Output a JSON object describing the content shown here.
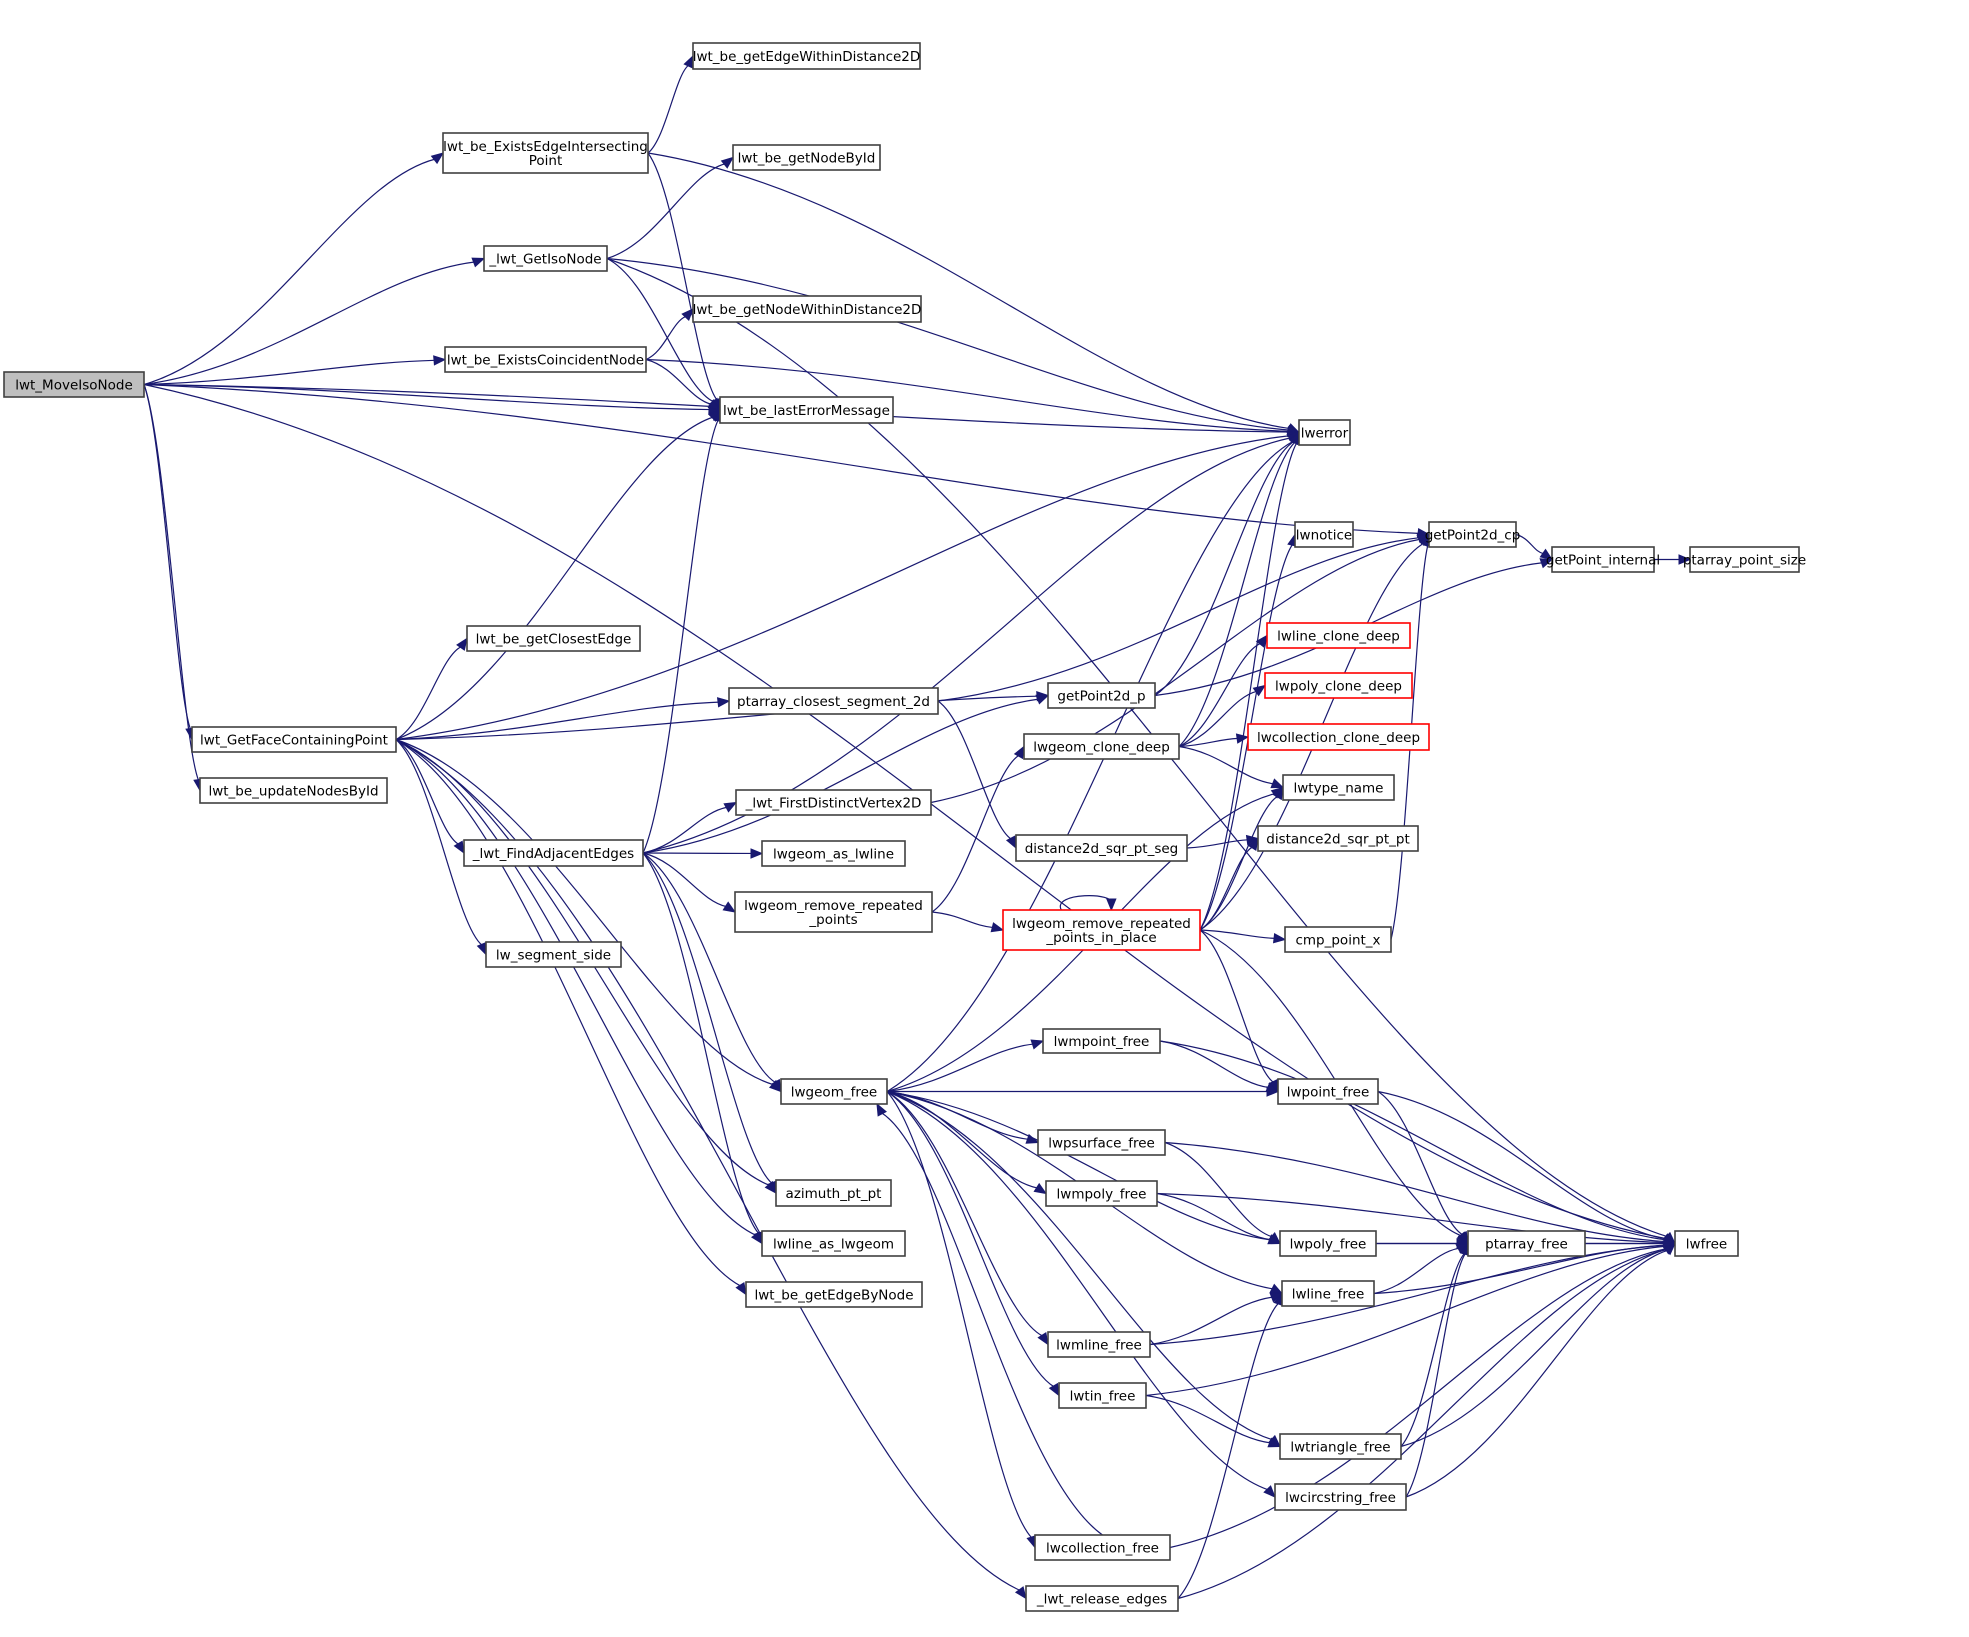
{
  "title": "lwt_MoveIsoNode call graph",
  "colors": {
    "edge": "#191970",
    "root_fill": "#bfbfbf",
    "node_border": "#404040",
    "truncated_border": "#ff0000"
  },
  "nodes": [
    {
      "id": "lwt_MoveIsoNode",
      "lines": [
        "lwt_MoveIsoNode"
      ],
      "root": true
    },
    {
      "id": "lwt_be_getEdgeWithinDistance2D",
      "lines": [
        "lwt_be_getEdgeWithinDistance2D"
      ]
    },
    {
      "id": "lwt_be_ExistsEdgeIntersectingPoint",
      "lines": [
        "lwt_be_ExistsEdgeIntersecting",
        "Point"
      ]
    },
    {
      "id": "lwt_be_getNodeById",
      "lines": [
        "lwt_be_getNodeById"
      ]
    },
    {
      "id": "_lwt_GetIsoNode",
      "lines": [
        "_lwt_GetIsoNode"
      ]
    },
    {
      "id": "lwt_be_getNodeWithinDistance2D",
      "lines": [
        "lwt_be_getNodeWithinDistance2D"
      ]
    },
    {
      "id": "lwt_be_ExistsCoincidentNode",
      "lines": [
        "lwt_be_ExistsCoincidentNode"
      ]
    },
    {
      "id": "lwt_be_lastErrorMessage",
      "lines": [
        "lwt_be_lastErrorMessage"
      ]
    },
    {
      "id": "lwerror",
      "lines": [
        "lwerror"
      ]
    },
    {
      "id": "lwnotice",
      "lines": [
        "lwnotice"
      ]
    },
    {
      "id": "getPoint2d_cp",
      "lines": [
        "getPoint2d_cp"
      ]
    },
    {
      "id": "getPoint_internal",
      "lines": [
        "getPoint_internal"
      ]
    },
    {
      "id": "ptarray_point_size",
      "lines": [
        "ptarray_point_size"
      ]
    },
    {
      "id": "lwt_be_getClosestEdge",
      "lines": [
        "lwt_be_getClosestEdge"
      ]
    },
    {
      "id": "lwt_GetFaceContainingPoint",
      "lines": [
        "lwt_GetFaceContainingPoint"
      ]
    },
    {
      "id": "lwt_be_updateNodesById",
      "lines": [
        "lwt_be_updateNodesById"
      ]
    },
    {
      "id": "ptarray_closest_segment_2d",
      "lines": [
        "ptarray_closest_segment_2d"
      ]
    },
    {
      "id": "getPoint2d_p",
      "lines": [
        "getPoint2d_p"
      ]
    },
    {
      "id": "lwline_clone_deep",
      "lines": [
        "lwline_clone_deep"
      ],
      "truncated": true
    },
    {
      "id": "lwpoly_clone_deep",
      "lines": [
        "lwpoly_clone_deep"
      ],
      "truncated": true
    },
    {
      "id": "lwcollection_clone_deep",
      "lines": [
        "lwcollection_clone_deep"
      ],
      "truncated": true
    },
    {
      "id": "lwgeom_clone_deep",
      "lines": [
        "lwgeom_clone_deep"
      ]
    },
    {
      "id": "_lwt_FirstDistinctVertex2D",
      "lines": [
        "_lwt_FirstDistinctVertex2D"
      ]
    },
    {
      "id": "lwtype_name",
      "lines": [
        "lwtype_name"
      ]
    },
    {
      "id": "_lwt_FindAdjacentEdges",
      "lines": [
        "_lwt_FindAdjacentEdges"
      ]
    },
    {
      "id": "lwgeom_as_lwline",
      "lines": [
        "lwgeom_as_lwline"
      ]
    },
    {
      "id": "distance2d_sqr_pt_seg",
      "lines": [
        "distance2d_sqr_pt_seg"
      ]
    },
    {
      "id": "distance2d_sqr_pt_pt",
      "lines": [
        "distance2d_sqr_pt_pt"
      ]
    },
    {
      "id": "lwgeom_remove_repeated_points",
      "lines": [
        "lwgeom_remove_repeated",
        "_points"
      ]
    },
    {
      "id": "lwgeom_remove_repeated_points_in_place",
      "lines": [
        "lwgeom_remove_repeated",
        "_points_in_place"
      ],
      "truncated": true
    },
    {
      "id": "cmp_point_x",
      "lines": [
        "cmp_point_x"
      ]
    },
    {
      "id": "lw_segment_side",
      "lines": [
        "lw_segment_side"
      ]
    },
    {
      "id": "lwmpoint_free",
      "lines": [
        "lwmpoint_free"
      ]
    },
    {
      "id": "lwgeom_free",
      "lines": [
        "lwgeom_free"
      ]
    },
    {
      "id": "lwpoint_free",
      "lines": [
        "lwpoint_free"
      ]
    },
    {
      "id": "lwpsurface_free",
      "lines": [
        "lwpsurface_free"
      ]
    },
    {
      "id": "azimuth_pt_pt",
      "lines": [
        "azimuth_pt_pt"
      ]
    },
    {
      "id": "lwmpoly_free",
      "lines": [
        "lwmpoly_free"
      ]
    },
    {
      "id": "lwline_as_lwgeom",
      "lines": [
        "lwline_as_lwgeom"
      ]
    },
    {
      "id": "lwpoly_free",
      "lines": [
        "lwpoly_free"
      ]
    },
    {
      "id": "ptarray_free",
      "lines": [
        "ptarray_free"
      ]
    },
    {
      "id": "lwfree",
      "lines": [
        "lwfree"
      ]
    },
    {
      "id": "lwt_be_getEdgeByNode",
      "lines": [
        "lwt_be_getEdgeByNode"
      ]
    },
    {
      "id": "lwline_free",
      "lines": [
        "lwline_free"
      ]
    },
    {
      "id": "lwmline_free",
      "lines": [
        "lwmline_free"
      ]
    },
    {
      "id": "lwtin_free",
      "lines": [
        "lwtin_free"
      ]
    },
    {
      "id": "lwtriangle_free",
      "lines": [
        "lwtriangle_free"
      ]
    },
    {
      "id": "lwcircstring_free",
      "lines": [
        "lwcircstring_free"
      ]
    },
    {
      "id": "lwcollection_free",
      "lines": [
        "lwcollection_free"
      ]
    },
    {
      "id": "_lwt_release_edges",
      "lines": [
        "_lwt_release_edges"
      ]
    }
  ],
  "edges": [
    [
      "lwt_MoveIsoNode",
      "lwerror"
    ],
    [
      "lwt_MoveIsoNode",
      "lwt_be_ExistsEdgeIntersectingPoint"
    ],
    [
      "lwt_MoveIsoNode",
      "_lwt_GetIsoNode"
    ],
    [
      "lwt_MoveIsoNode",
      "lwt_be_ExistsCoincidentNode"
    ],
    [
      "lwt_MoveIsoNode",
      "lwt_be_lastErrorMessage"
    ],
    [
      "lwt_MoveIsoNode",
      "lwfree"
    ],
    [
      "lwt_MoveIsoNode",
      "getPoint2d_cp"
    ],
    [
      "lwt_MoveIsoNode",
      "lwt_GetFaceContainingPoint"
    ],
    [
      "lwt_MoveIsoNode",
      "lwt_be_updateNodesById"
    ],
    [
      "lwt_be_ExistsEdgeIntersectingPoint",
      "lwt_be_getEdgeWithinDistance2D"
    ],
    [
      "lwt_be_ExistsEdgeIntersectingPoint",
      "lwerror"
    ],
    [
      "lwt_be_ExistsEdgeIntersectingPoint",
      "lwt_be_lastErrorMessage"
    ],
    [
      "_lwt_GetIsoNode",
      "lwt_be_getNodeById"
    ],
    [
      "_lwt_GetIsoNode",
      "lwfree"
    ],
    [
      "_lwt_GetIsoNode",
      "lwerror"
    ],
    [
      "_lwt_GetIsoNode",
      "lwt_be_lastErrorMessage"
    ],
    [
      "lwt_be_ExistsCoincidentNode",
      "lwt_be_getNodeWithinDistance2D"
    ],
    [
      "lwt_be_ExistsCoincidentNode",
      "lwerror"
    ],
    [
      "lwt_be_ExistsCoincidentNode",
      "lwt_be_lastErrorMessage"
    ],
    [
      "lwt_GetFaceContainingPoint",
      "lwerror"
    ],
    [
      "lwt_GetFaceContainingPoint",
      "lwt_be_lastErrorMessage"
    ],
    [
      "lwt_GetFaceContainingPoint",
      "lwt_be_getClosestEdge"
    ],
    [
      "lwt_GetFaceContainingPoint",
      "ptarray_closest_segment_2d"
    ],
    [
      "lwt_GetFaceContainingPoint",
      "_lwt_FindAdjacentEdges"
    ],
    [
      "lwt_GetFaceContainingPoint",
      "lw_segment_side"
    ],
    [
      "lwt_GetFaceContainingPoint",
      "lwgeom_free"
    ],
    [
      "lwt_GetFaceContainingPoint",
      "azimuth_pt_pt"
    ],
    [
      "lwt_GetFaceContainingPoint",
      "lwline_as_lwgeom"
    ],
    [
      "lwt_GetFaceContainingPoint",
      "lwt_be_getEdgeByNode"
    ],
    [
      "lwt_GetFaceContainingPoint",
      "_lwt_release_edges"
    ],
    [
      "lwt_GetFaceContainingPoint",
      "getPoint2d_p"
    ],
    [
      "ptarray_closest_segment_2d",
      "getPoint2d_cp"
    ],
    [
      "ptarray_closest_segment_2d",
      "distance2d_sqr_pt_seg"
    ],
    [
      "_lwt_FindAdjacentEdges",
      "lwerror"
    ],
    [
      "_lwt_FindAdjacentEdges",
      "lwt_be_lastErrorMessage"
    ],
    [
      "_lwt_FindAdjacentEdges",
      "getPoint2d_p"
    ],
    [
      "_lwt_FindAdjacentEdges",
      "_lwt_FirstDistinctVertex2D"
    ],
    [
      "_lwt_FindAdjacentEdges",
      "lwgeom_as_lwline"
    ],
    [
      "_lwt_FindAdjacentEdges",
      "lwgeom_remove_repeated_points"
    ],
    [
      "_lwt_FindAdjacentEdges",
      "lwgeom_free"
    ],
    [
      "_lwt_FindAdjacentEdges",
      "azimuth_pt_pt"
    ],
    [
      "_lwt_FindAdjacentEdges",
      "lwline_as_lwgeom"
    ],
    [
      "_lwt_FirstDistinctVertex2D",
      "getPoint2d_cp"
    ],
    [
      "getPoint2d_p",
      "lwerror"
    ],
    [
      "getPoint2d_p",
      "getPoint_internal"
    ],
    [
      "getPoint2d_cp",
      "getPoint_internal"
    ],
    [
      "getPoint_internal",
      "ptarray_point_size"
    ],
    [
      "lwgeom_clone_deep",
      "lwline_clone_deep"
    ],
    [
      "lwgeom_clone_deep",
      "lwpoly_clone_deep"
    ],
    [
      "lwgeom_clone_deep",
      "lwcollection_clone_deep"
    ],
    [
      "lwgeom_clone_deep",
      "lwtype_name"
    ],
    [
      "lwgeom_clone_deep",
      "lwerror"
    ],
    [
      "distance2d_sqr_pt_seg",
      "distance2d_sqr_pt_pt"
    ],
    [
      "lwgeom_remove_repeated_points",
      "lwgeom_clone_deep"
    ],
    [
      "lwgeom_remove_repeated_points",
      "lwgeom_remove_repeated_points_in_place"
    ],
    [
      "lwgeom_remove_repeated_points_in_place",
      "lwgeom_remove_repeated_points_in_place"
    ],
    [
      "lwgeom_remove_repeated_points_in_place",
      "lwerror"
    ],
    [
      "lwgeom_remove_repeated_points_in_place",
      "lwnotice"
    ],
    [
      "lwgeom_remove_repeated_points_in_place",
      "lwtype_name"
    ],
    [
      "lwgeom_remove_repeated_points_in_place",
      "distance2d_sqr_pt_pt"
    ],
    [
      "lwgeom_remove_repeated_points_in_place",
      "getPoint2d_cp"
    ],
    [
      "lwgeom_remove_repeated_points_in_place",
      "cmp_point_x"
    ],
    [
      "lwgeom_remove_repeated_points_in_place",
      "lwpoint_free"
    ],
    [
      "lwgeom_remove_repeated_points_in_place",
      "ptarray_free"
    ],
    [
      "cmp_point_x",
      "getPoint2d_cp"
    ],
    [
      "lwgeom_free",
      "lwerror"
    ],
    [
      "lwgeom_free",
      "lwtype_name"
    ],
    [
      "lwgeom_free",
      "lwmpoint_free"
    ],
    [
      "lwgeom_free",
      "lwpoint_free"
    ],
    [
      "lwgeom_free",
      "lwpsurface_free"
    ],
    [
      "lwgeom_free",
      "lwmpoly_free"
    ],
    [
      "lwgeom_free",
      "lwpoly_free"
    ],
    [
      "lwgeom_free",
      "lwline_free"
    ],
    [
      "lwgeom_free",
      "lwmline_free"
    ],
    [
      "lwgeom_free",
      "lwtin_free"
    ],
    [
      "lwgeom_free",
      "lwtriangle_free"
    ],
    [
      "lwgeom_free",
      "lwcircstring_free"
    ],
    [
      "lwgeom_free",
      "lwcollection_free"
    ],
    [
      "lwmpoint_free",
      "lwpoint_free"
    ],
    [
      "lwmpoint_free",
      "lwfree"
    ],
    [
      "lwpoint_free",
      "ptarray_free"
    ],
    [
      "lwpoint_free",
      "lwfree"
    ],
    [
      "lwpsurface_free",
      "lwpoly_free"
    ],
    [
      "lwpsurface_free",
      "lwfree"
    ],
    [
      "lwmpoly_free",
      "lwpoly_free"
    ],
    [
      "lwmpoly_free",
      "lwfree"
    ],
    [
      "lwpoly_free",
      "ptarray_free"
    ],
    [
      "lwpoly_free",
      "lwfree"
    ],
    [
      "lwline_free",
      "ptarray_free"
    ],
    [
      "lwline_free",
      "lwfree"
    ],
    [
      "lwmline_free",
      "lwline_free"
    ],
    [
      "lwmline_free",
      "lwfree"
    ],
    [
      "lwtin_free",
      "lwtriangle_free"
    ],
    [
      "lwtin_free",
      "lwfree"
    ],
    [
      "lwtriangle_free",
      "ptarray_free"
    ],
    [
      "lwtriangle_free",
      "lwfree"
    ],
    [
      "lwcircstring_free",
      "ptarray_free"
    ],
    [
      "lwcircstring_free",
      "lwfree"
    ],
    [
      "lwcollection_free",
      "lwgeom_free"
    ],
    [
      "lwcollection_free",
      "lwfree"
    ],
    [
      "_lwt_release_edges",
      "lwline_free"
    ],
    [
      "_lwt_release_edges",
      "lwfree"
    ],
    [
      "ptarray_free",
      "lwfree"
    ]
  ]
}
